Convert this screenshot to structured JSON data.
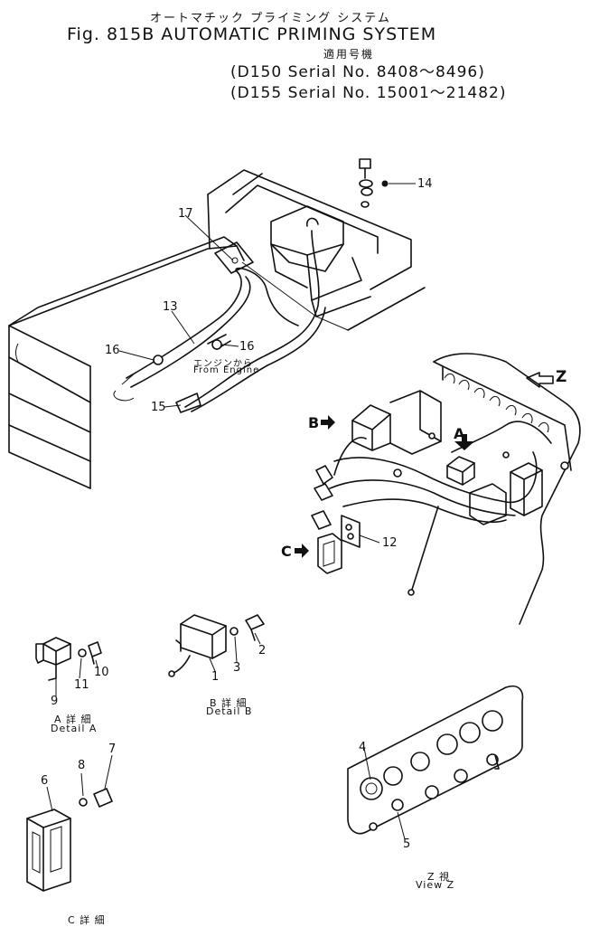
{
  "header": {
    "jp_title": "オートマチック プライミング システム",
    "fig_title": "Fig. 815B AUTOMATIC PRIMING SYSTEM",
    "applicable_jp": "適用号機",
    "serial_1": "D150 Serial No. 8408～8496",
    "serial_2": "D155 Serial No. 15001～21482"
  },
  "callouts": {
    "c17": "17",
    "c14": "14",
    "c13": "13",
    "c16a": "16",
    "c16b": "16",
    "c15": "15",
    "c12": "12",
    "c2": "2",
    "c3": "3",
    "c1": "1",
    "c9": "9",
    "c11": "11",
    "c10": "10",
    "c4": "4",
    "c5": "5",
    "c6": "6",
    "c8": "8",
    "c7": "7"
  },
  "notes": {
    "engine_jp": "エンジンから",
    "from_engine": "From Engine"
  },
  "view_markers": {
    "z": "Z",
    "a": "A",
    "b": "B",
    "c": "C"
  },
  "details": {
    "a_jp": "A 詳 細",
    "a_en": "Detail A",
    "b_jp": "B 詳 細",
    "b_en": "Detail B",
    "z_jp": "Z 視",
    "z_en": "View Z",
    "c_jp": "C 詳 細"
  }
}
